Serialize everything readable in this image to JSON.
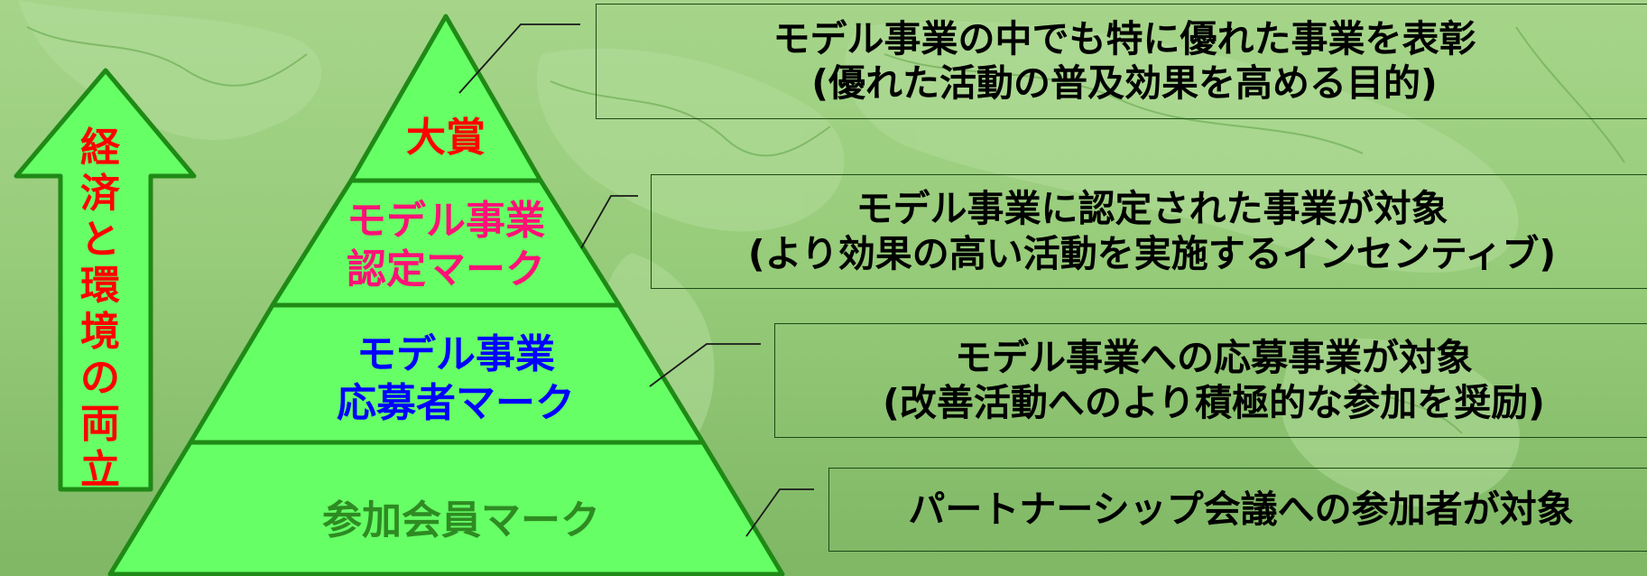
{
  "arrow": {
    "text": "経済と環境の両立"
  },
  "pyramid": {
    "tiers": [
      {
        "lines": [
          "大賞"
        ],
        "color": "#ff0000"
      },
      {
        "lines": [
          "モデル事業",
          "認定マーク"
        ],
        "color": "#ff1177"
      },
      {
        "lines": [
          "モデル事業",
          "応募者マーク"
        ],
        "color": "#0000ff"
      },
      {
        "lines": [
          "参加会員マーク"
        ],
        "color": "#2e8b22"
      }
    ]
  },
  "descriptions": [
    {
      "line1": "モデル事業の中でも特に優れた事業を表彰",
      "line2": "(優れた活動の普及効果を高める目的)"
    },
    {
      "line1": "モデル事業に認定された事業が対象",
      "line2": "(より効果の高い活動を実施するインセンティブ)"
    },
    {
      "line1": "モデル事業への応募事業が対象",
      "line2": "(改善活動へのより積極的な参加を奨励)"
    },
    {
      "line1": "パートナーシップ会議への参加者が対象"
    }
  ],
  "colors": {
    "pyramid_fill": "#66ff66",
    "pyramid_stroke": "#1f8a16",
    "arrow_fill": "#66ff66",
    "background": "#9ccf80"
  }
}
